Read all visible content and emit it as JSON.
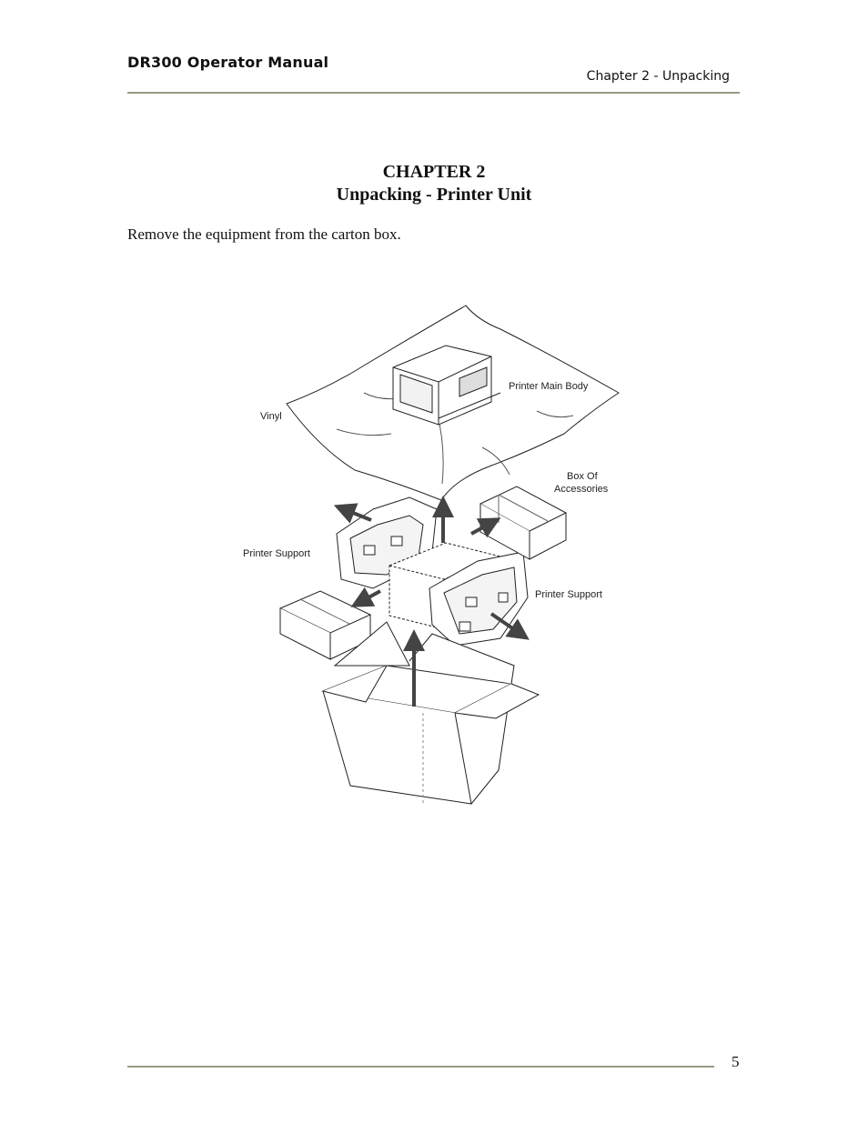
{
  "header": {
    "manual_title": "DR300 Operator Manual",
    "chapter_label": "Chapter 2 - Unpacking"
  },
  "heading": {
    "chapter": "CHAPTER 2",
    "title": "Unpacking - Printer Unit"
  },
  "body": {
    "instruction": "Remove the equipment from the carton box."
  },
  "figure": {
    "labels": {
      "printer_main_body": "Printer Main Body",
      "vinyl": "Vinyl",
      "box_of": "Box Of",
      "accessories": "Accessories",
      "printer_support_left": "Printer Support",
      "printer_support_right": "Printer Support"
    }
  },
  "footer": {
    "page_number": "5"
  }
}
